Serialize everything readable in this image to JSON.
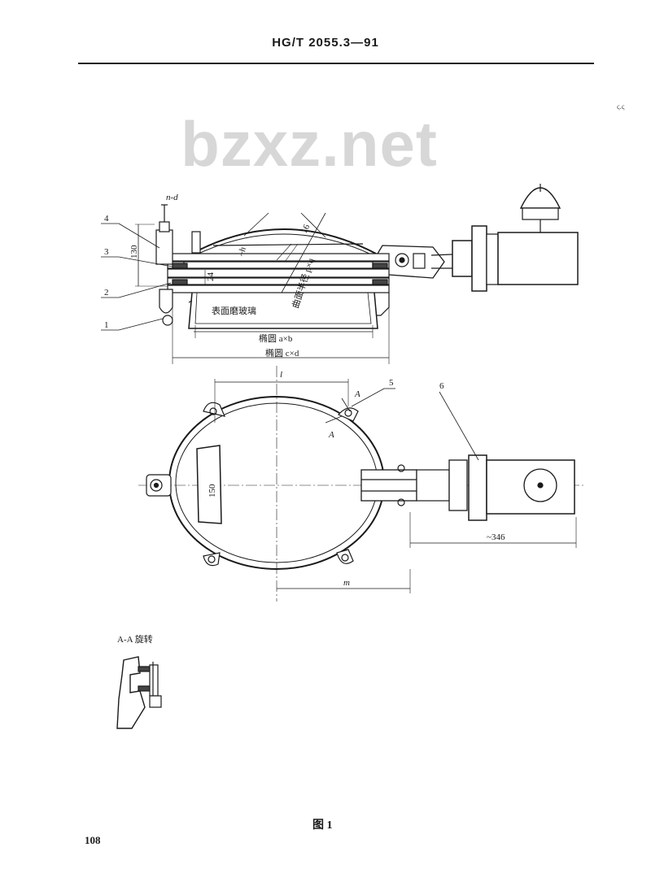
{
  "header": {
    "standard_code": "HG/T 2055.3—91"
  },
  "watermark": "bzxz.net",
  "margin_mark": "ς.ς",
  "drawing": {
    "section_view": {
      "part_labels": [
        "1",
        "2",
        "3",
        "4"
      ],
      "dims": {
        "bolts": "n-d",
        "height_130": "130",
        "dim_24": "24",
        "h": "~h",
        "thick_16": "16",
        "sphere_radius": "曲面半径 p×q",
        "surface_glass": "表面磨玻璃",
        "ellipse_ab": "椭圆 a×b",
        "ellipse_cd": "椭圆 c×d"
      }
    },
    "plan_view": {
      "part_labels": [
        "5",
        "6"
      ],
      "dims": {
        "l": "l",
        "m": "m",
        "dim_150": "150",
        "dim_346": "~346",
        "section_mark": "A"
      }
    },
    "section_detail": {
      "title": "A-A 旋转"
    }
  },
  "caption": "图  1",
  "page_number": "108"
}
